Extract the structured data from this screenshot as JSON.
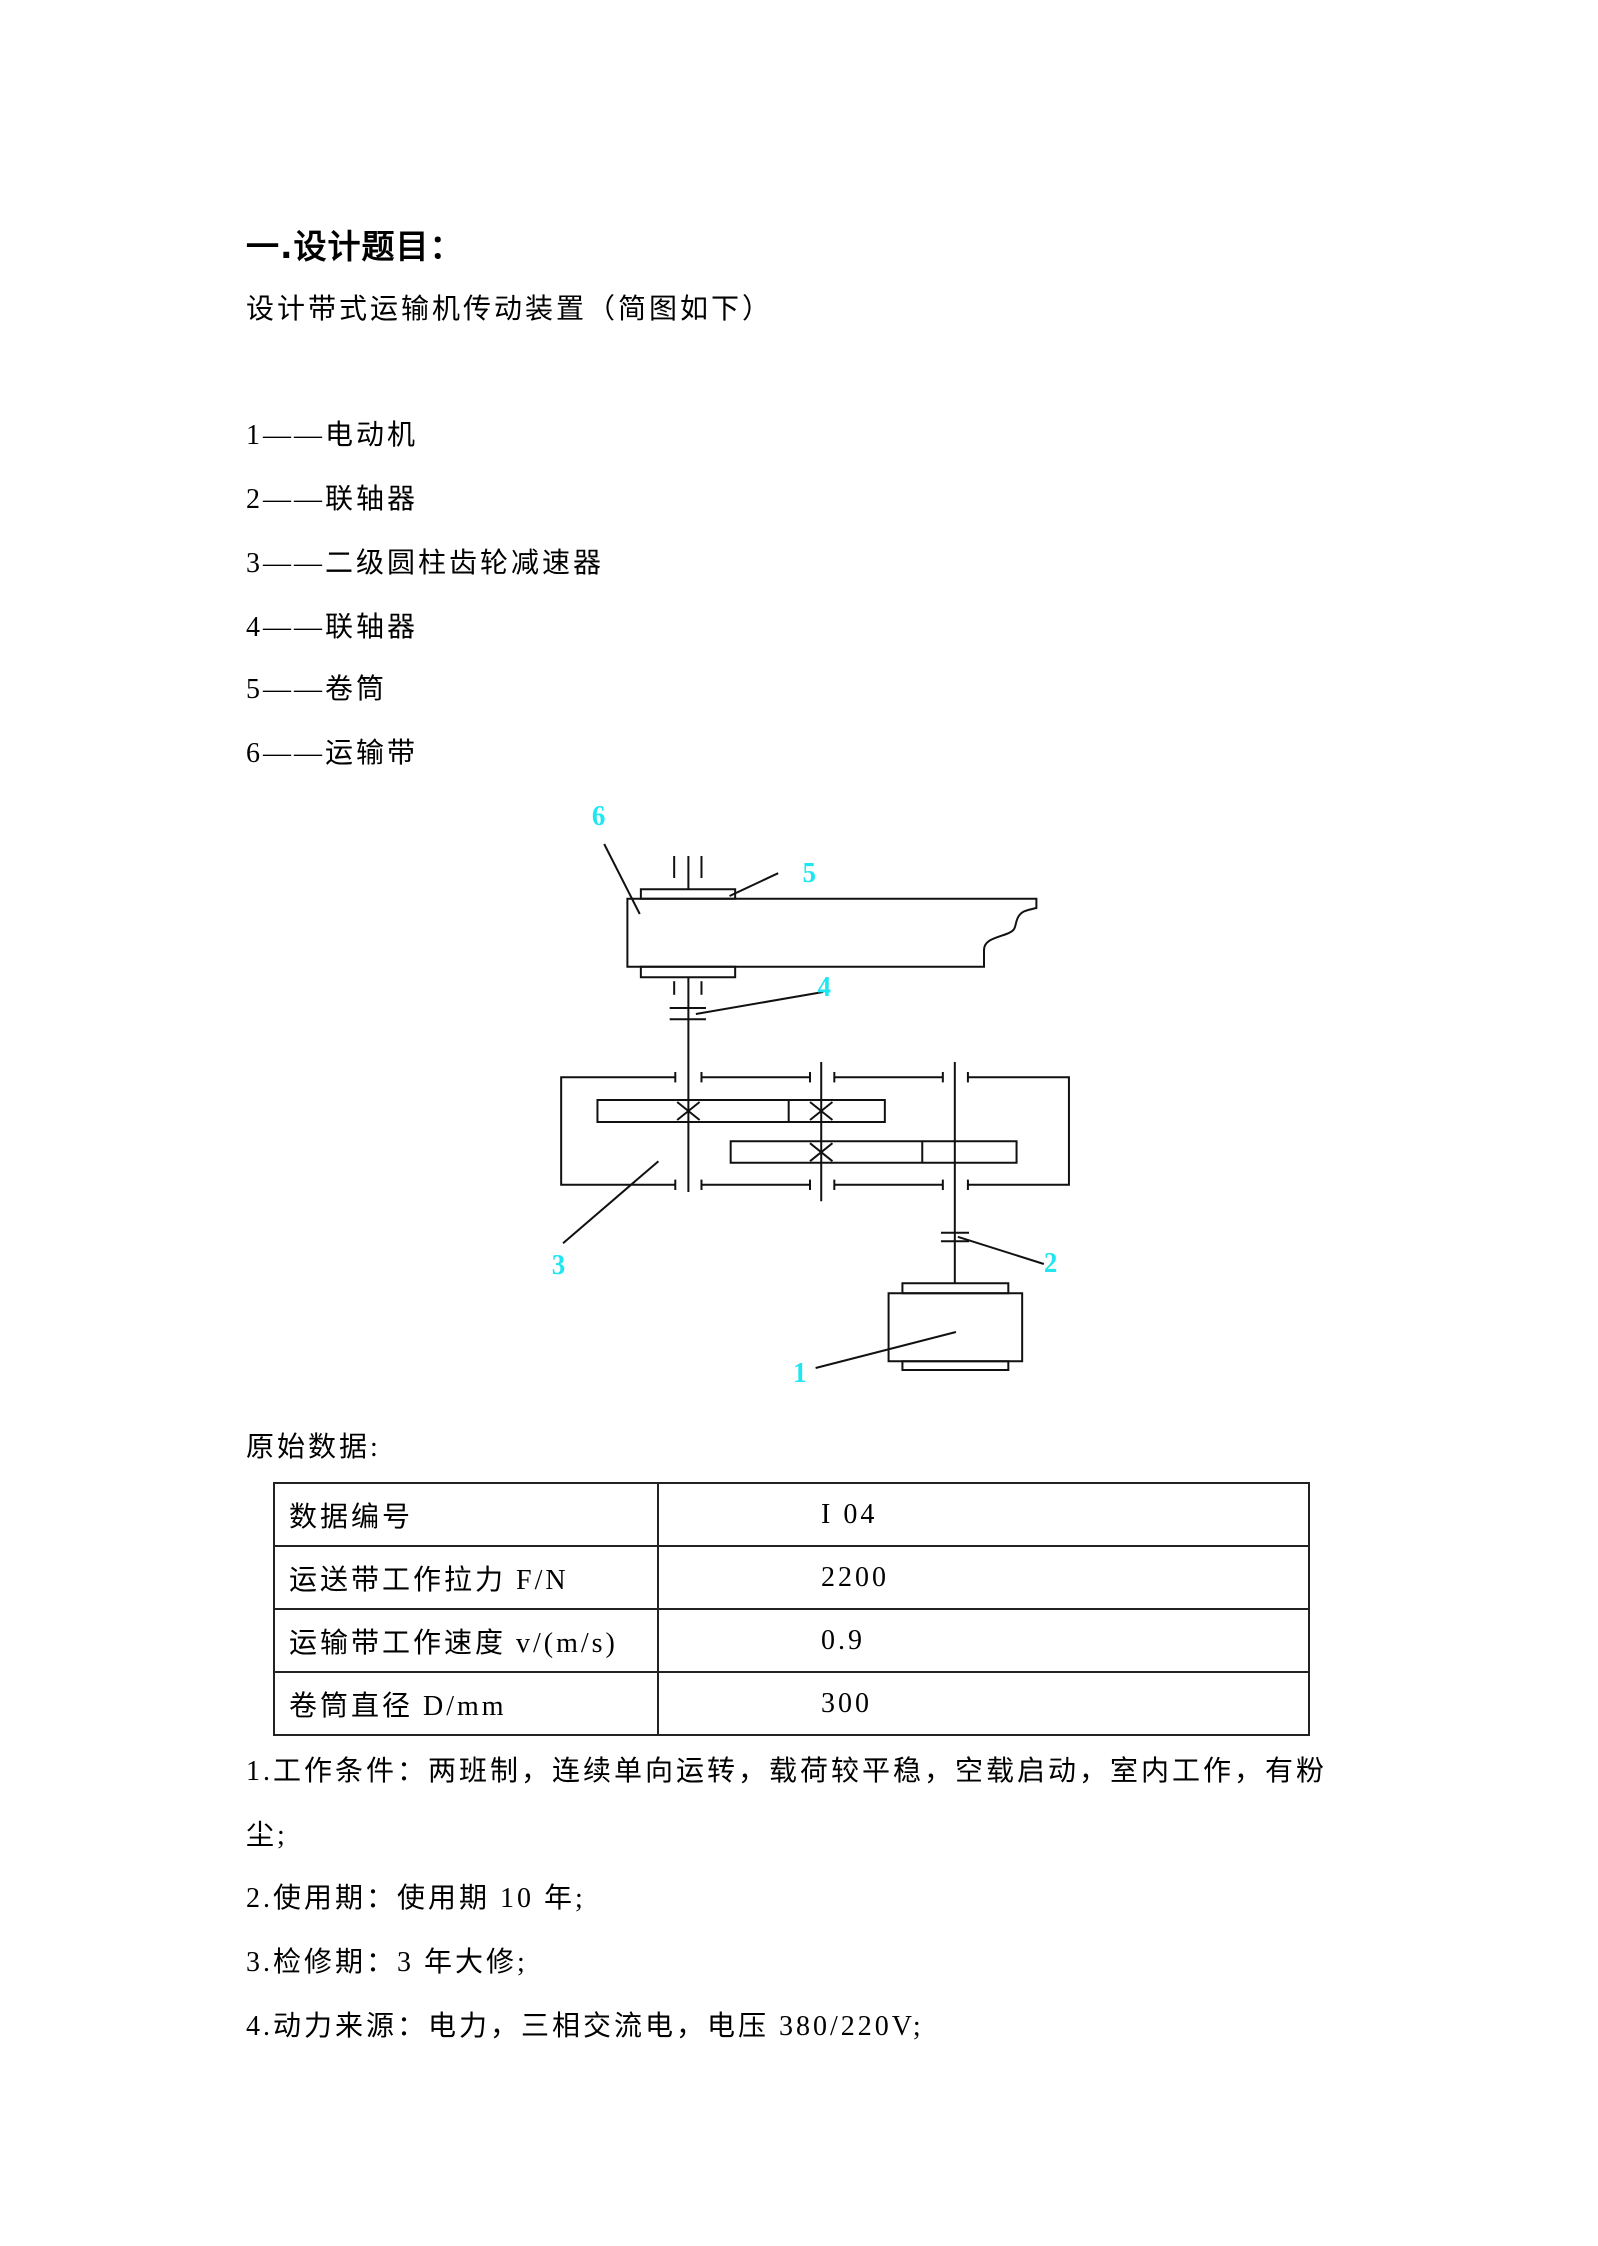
{
  "section_title": "一.设计题目：",
  "subtitle": "设计带式运输机传动装置（简图如下）",
  "legend": [
    "1——电动机",
    "2——联轴器",
    "3——二级圆柱齿轮减速器",
    "4——联轴器",
    "5——卷筒",
    "6——运输带"
  ],
  "diagram": {
    "labels": [
      "1",
      "2",
      "3",
      "4",
      "5",
      "6"
    ],
    "label_color": "#1fe6f0"
  },
  "data_heading": "原始数据:",
  "table": {
    "rows": [
      {
        "name": "数据编号",
        "value": "I 04"
      },
      {
        "name": "运送带工作拉力 F/N",
        "value": "2200"
      },
      {
        "name": "运输带工作速度 v/(m/s)",
        "value": "0.9"
      },
      {
        "name": "卷筒直径 D/mm",
        "value": "300"
      }
    ]
  },
  "conditions": [
    "1.工作条件：两班制，连续单向运转，载荷较平稳，空载启动，室内工作，有粉",
    "尘;",
    "2.使用期：使用期 10 年;",
    "3.检修期：3 年大修;",
    "4.动力来源：电力，三相交流电，电压 380/220V;"
  ]
}
